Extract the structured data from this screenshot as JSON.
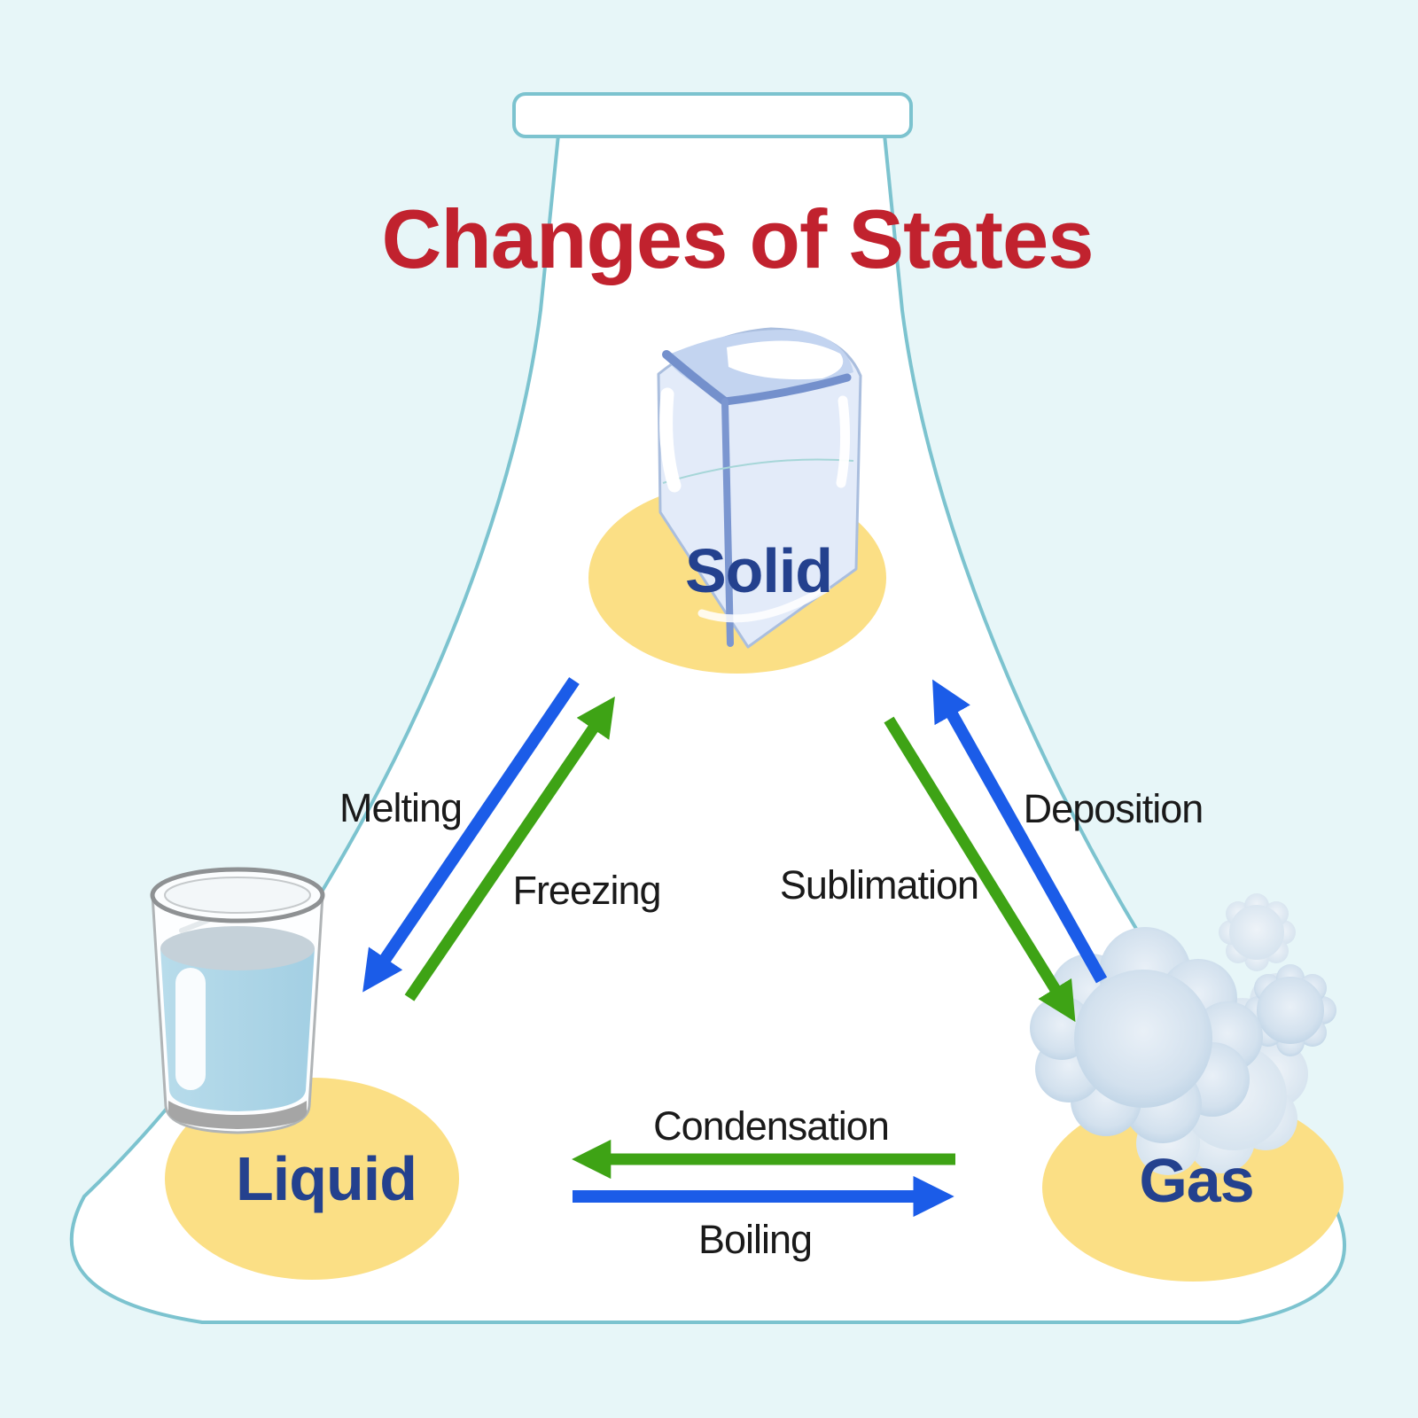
{
  "title": {
    "text": "Changes of States",
    "color": "#c1222e"
  },
  "diagram": {
    "background_color": "#e7f6f8",
    "flask_outline_color": "#7cc3cf",
    "flask_fill_color": "#ffffff",
    "state_bubble_color": "#fbdf85",
    "state_label_color": "#24418e",
    "transition_label_color": "#1a1a1a",
    "arrow_blue_color": "#1b5ce8",
    "arrow_green_color": "#3ea315"
  },
  "states": [
    {
      "label": "Solid",
      "illustration": "ice-cube-icon"
    },
    {
      "label": "Liquid",
      "illustration": "glass-of-water-icon"
    },
    {
      "label": "Gas",
      "illustration": "vapor-clouds-icon"
    }
  ],
  "transitions": [
    {
      "label": "Melting",
      "from": "Solid",
      "to": "Liquid",
      "arrow_color": "blue"
    },
    {
      "label": "Freezing",
      "from": "Liquid",
      "to": "Solid",
      "arrow_color": "green"
    },
    {
      "label": "Deposition",
      "from": "Gas",
      "to": "Solid",
      "arrow_color": "blue"
    },
    {
      "label": "Sublimation",
      "from": "Solid",
      "to": "Gas",
      "arrow_color": "green"
    },
    {
      "label": "Condensation",
      "from": "Gas",
      "to": "Liquid",
      "arrow_color": "green"
    },
    {
      "label": "Boiling",
      "from": "Liquid",
      "to": "Gas",
      "arrow_color": "blue"
    }
  ]
}
